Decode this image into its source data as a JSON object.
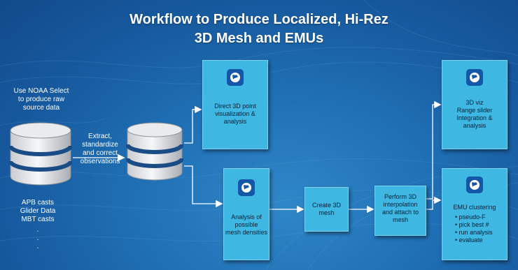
{
  "slide": {
    "title_line1": "Workflow to Produce Localized, Hi-Rez",
    "title_line2": "3D Mesh and EMUs",
    "colors": {
      "box_fill": "#3eb7e3",
      "background": "#1f6fb4",
      "title": "#ffffff"
    }
  },
  "left": {
    "source_lines": [
      "Use NOAA Select",
      "to produce raw",
      "source data"
    ],
    "data_lines": [
      "APB casts",
      "Glider Data",
      "MBT casts",
      ".",
      ".",
      "."
    ]
  },
  "arrow_label_lines": [
    "Extract,",
    "standardize",
    "and correct",
    "observations"
  ],
  "boxes": {
    "direct": {
      "lines": [
        "Direct 3D point",
        "visualization &",
        "analysis"
      ],
      "icon": "arcgis-globe-icon"
    },
    "analysis": {
      "lines": [
        "Analysis of possible",
        "mesh densities"
      ],
      "icon": "arcgis-globe-icon"
    },
    "create": {
      "lines": [
        "Create 3D",
        "mesh"
      ]
    },
    "perform": {
      "lines": [
        "Perform 3D",
        "interpolation",
        "and attach to",
        "mesh"
      ]
    },
    "viz": {
      "lines": [
        "3D viz",
        "Range slider",
        "Integration &",
        "analysis"
      ],
      "icon": "arcgis-globe-icon"
    },
    "emu": {
      "title": "EMU clustering",
      "bullets": [
        "pseudo-F",
        "pick best #",
        "run analysis",
        "evaluate"
      ],
      "icon": "arcgis-globe-icon"
    }
  }
}
